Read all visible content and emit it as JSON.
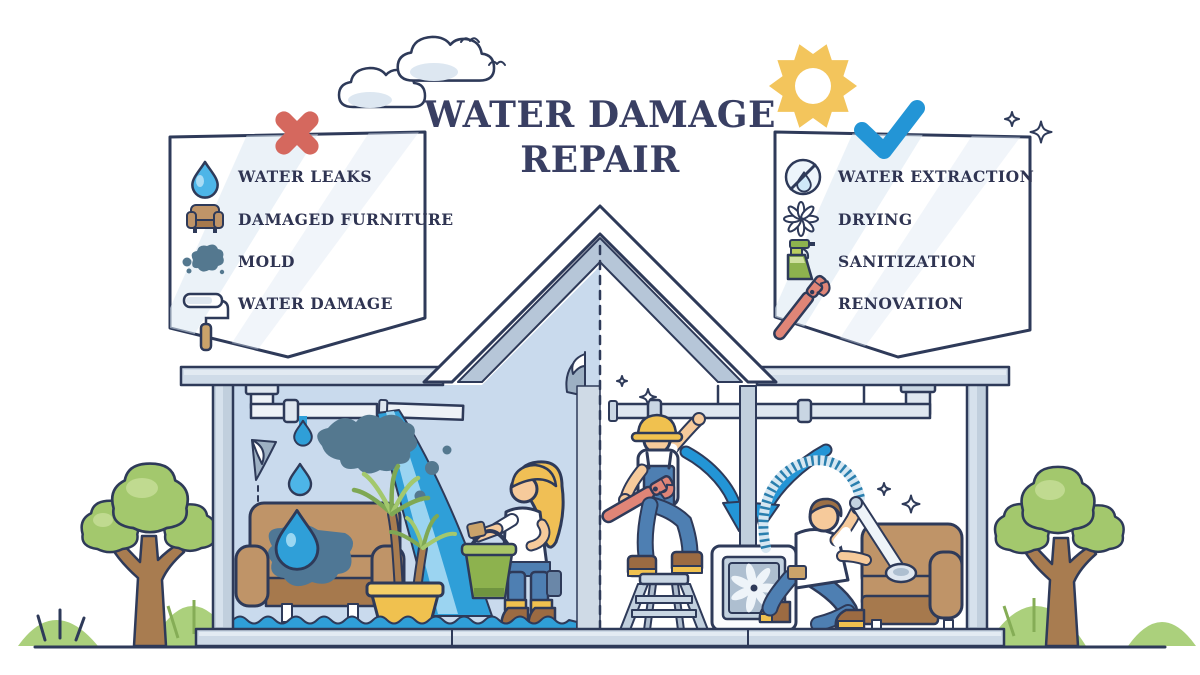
{
  "title": {
    "line1": "WATER DAMAGE",
    "line2": "REPAIR"
  },
  "problems_panel": {
    "mark": "cross-mark",
    "mark_color": "#d5685e",
    "items": [
      {
        "icon": "water-drop-icon",
        "label": "WATER LEAKS"
      },
      {
        "icon": "armchair-icon",
        "label": "DAMAGED FURNITURE"
      },
      {
        "icon": "mold-icon",
        "label": "MOLD"
      },
      {
        "icon": "paint-roller-icon",
        "label": "WATER DAMAGE"
      }
    ]
  },
  "solutions_panel": {
    "mark": "check-mark",
    "mark_color": "#2395d6",
    "items": [
      {
        "icon": "no-water-icon",
        "label": "WATER EXTRACTION"
      },
      {
        "icon": "fan-icon",
        "label": "DRYING"
      },
      {
        "icon": "spray-bottle-icon",
        "label": "SANITIZATION"
      },
      {
        "icon": "pipe-wrench-icon",
        "label": "RENOVATION"
      }
    ]
  },
  "scene": {
    "description": "Cut-away house: left half flooded with leaking pipe, mold and damaged furniture; right half being repaired, dried and cleaned by workers",
    "colors": {
      "outline": "#2e3a59",
      "title_text": "#393f63",
      "wall_damaged": "#c9daed",
      "wall_clean": "#ffffff",
      "water": "#2f9fd8",
      "water_light": "#9bd4f1",
      "mold": "#54788f",
      "furniture_tan": "#bf9468",
      "accent_red": "#d5685e",
      "accent_blue": "#2395d6",
      "sun_yellow": "#f3c55c",
      "safety_yellow": "#f0c14f",
      "greenery": "#a3c86d",
      "jeans_blue": "#4e7fb2",
      "sanitizer_green": "#8db24e"
    }
  }
}
